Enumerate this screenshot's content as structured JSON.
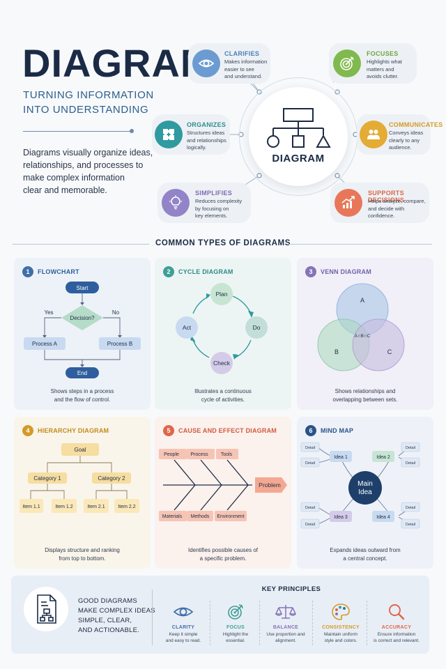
{
  "header": {
    "title": "DIAGRAM",
    "subtitle": "TURNING INFORMATION\nINTO UNDERSTANDING",
    "intro": "Diagrams visually organize ideas,\nrelationships, and processes to\nmake complex information\nclear and memorable."
  },
  "hub": {
    "label": "DIAGRAM",
    "icon": "flowchart-icon"
  },
  "benefits": [
    {
      "title": "CLARIFIES",
      "desc": "Makes information\neasier to see\nand understand.",
      "color": "#5b8ec4",
      "icon": "eye-icon"
    },
    {
      "title": "FOCUSES",
      "desc": "Highlights what\nmatters and\navoids clutter.",
      "color": "#7ab547",
      "icon": "target-icon"
    },
    {
      "title": "ORGANIZES",
      "desc": "Structures ideas\nand relationships\nlogically.",
      "color": "#2f9aa0",
      "icon": "puzzle-icon"
    },
    {
      "title": "COMMUNICATES",
      "desc": "Conveys ideas\nclearly to any\naudience.",
      "color": "#e0a52b",
      "icon": "people-icon"
    },
    {
      "title": "SIMPLIFIES",
      "desc": "Reduces complexity\nby focusing on\nkey elements.",
      "color": "#8b79c2",
      "icon": "lightbulb-icon"
    },
    {
      "title": "SUPPORTS DECISIONS",
      "desc": "Helps analyze, compare,\nand decide with\nconfidence.",
      "color": "#e4704f",
      "icon": "growth-chart-icon"
    }
  ],
  "section": {
    "title": "COMMON TYPES OF DIAGRAMS"
  },
  "types": [
    {
      "num": "1",
      "title": "FLOWCHART",
      "color": "#3e6fa8",
      "bg": "#edf2f8",
      "desc": "Shows steps in a process\nand the flow of control.",
      "nodes": {
        "start": "Start",
        "decision": "Decision?",
        "yes": "Yes",
        "no": "No",
        "a": "Process A",
        "b": "Process B",
        "end": "End"
      }
    },
    {
      "num": "2",
      "title": "CYCLE DIAGRAM",
      "color": "#3f9e98",
      "bg": "#edf5f4",
      "desc": "Illustrates a continuous\ncycle of activities.",
      "nodes": {
        "plan": "Plan",
        "do": "Do",
        "check": "Check",
        "act": "Act"
      }
    },
    {
      "num": "3",
      "title": "VENN DIAGRAM",
      "color": "#8672b8",
      "bg": "#f1eff7",
      "desc": "Shows relationships and\noverlapping between sets.",
      "nodes": {
        "a": "A",
        "b": "B",
        "c": "C",
        "center": "A∩B∩C"
      }
    },
    {
      "num": "4",
      "title": "HIERARCHY DIAGRAM",
      "color": "#d39a28",
      "bg": "#faf5ea",
      "desc": "Displays structure and ranking\nfrom top to bottom.",
      "nodes": {
        "goal": "Goal",
        "cat1": "Category 1",
        "cat2": "Category 2",
        "i11": "Item 1.1",
        "i12": "Item 1.2",
        "i21": "Item 2.1",
        "i22": "Item 2.2"
      }
    },
    {
      "num": "5",
      "title": "CAUSE AND EFFECT DIAGRAM",
      "color": "#e0664a",
      "bg": "#fbf1ed",
      "desc": "Identifies possible causes of\na specific problem.",
      "nodes": {
        "people": "People",
        "process": "Process",
        "tools": "Tools",
        "materials": "Materials",
        "methods": "Methods",
        "environment": "Environment",
        "problem": "Problem"
      }
    },
    {
      "num": "6",
      "title": "MIND MAP",
      "color": "#2a5488",
      "bg": "#eef2f8",
      "desc": "Expands ideas outward from\na central concept.",
      "nodes": {
        "main1": "Main",
        "main2": "Idea",
        "idea1": "Idea 1",
        "idea2": "Idea 2",
        "idea3": "Idea 3",
        "idea4": "Idea 4",
        "detail": "Detail"
      }
    }
  ],
  "footer": {
    "good": "GOOD DIAGRAMS\nMAKE COMPLEX IDEAS\nSIMPLE, CLEAR,\nAND ACTIONABLE.",
    "doc_icon": "document-diagram-icon",
    "principles_title": "KEY PRINCIPLES",
    "principles": [
      {
        "title": "CLARITY",
        "desc": "Keep it simple\nand easy to read.",
        "color": "#3e6fa8",
        "icon": "eye-icon"
      },
      {
        "title": "FOCUS",
        "desc": "Highlight the\nessential.",
        "color": "#3f9e98",
        "icon": "target-icon"
      },
      {
        "title": "BALANCE",
        "desc": "Use proportion and\nalignment.",
        "color": "#8672b8",
        "icon": "scale-icon"
      },
      {
        "title": "CONSISTENCY",
        "desc": "Maintain uniform\nstyle and colors.",
        "color": "#d39a28",
        "icon": "palette-icon"
      },
      {
        "title": "ACCURACY",
        "desc": "Ensure information\nis correct and relevant.",
        "color": "#e0664a",
        "icon": "magnifier-icon"
      }
    ]
  }
}
